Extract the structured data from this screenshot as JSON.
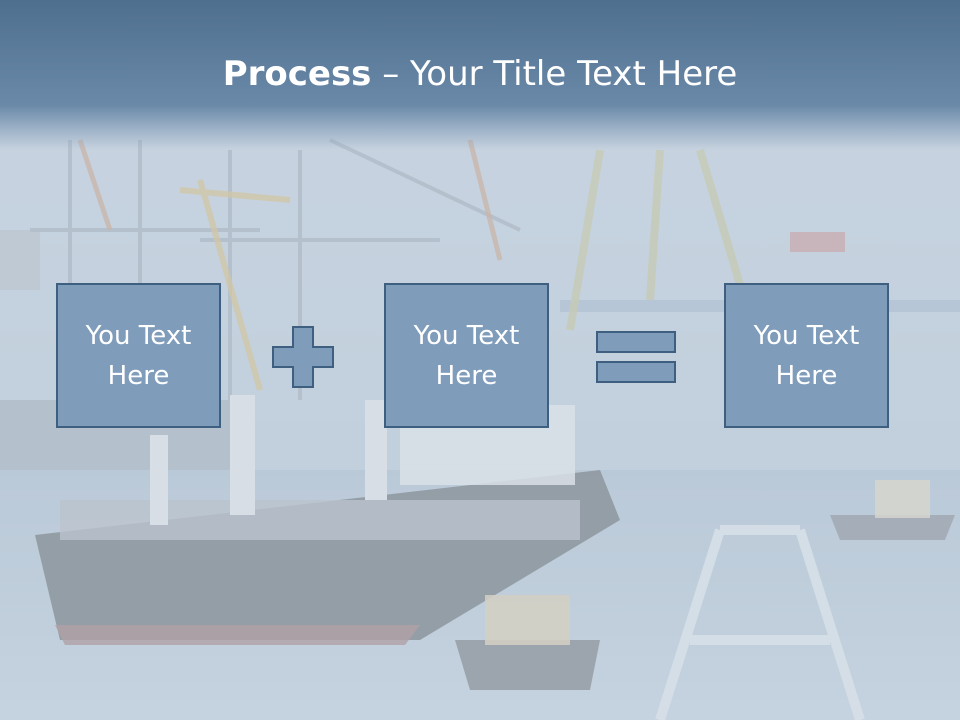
{
  "slide": {
    "title_bold": "Process",
    "title_rest": " – Your Title Text Here",
    "boxes": [
      {
        "label": "You Text Here"
      },
      {
        "label": "You Text Here"
      },
      {
        "label": "You Text Here"
      }
    ],
    "operators": [
      "plus-icon",
      "equals-icon"
    ],
    "colors": {
      "title_band": "#5b7b9b",
      "box_fill": "#7f9cbb",
      "box_border": "#3f5f80",
      "text": "#ffffff"
    }
  }
}
